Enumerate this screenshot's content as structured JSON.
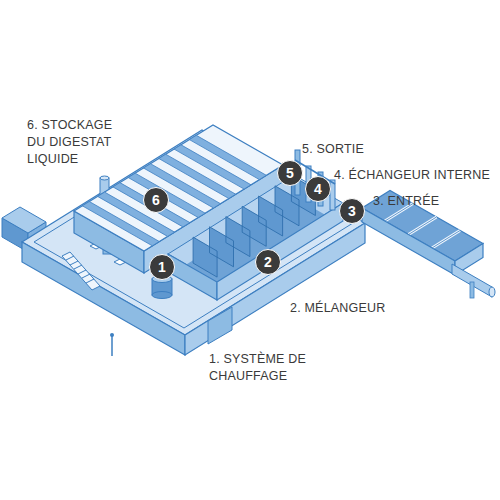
{
  "diagram": {
    "nodes": [
      {
        "text": [
          "1"
        ]
      },
      {
        "text": [
          "2"
        ]
      },
      {
        "text": [
          "3"
        ]
      },
      {
        "text": [
          "4"
        ]
      },
      {
        "text": [
          "5"
        ]
      },
      {
        "text": [
          "6"
        ]
      }
    ],
    "labels": [
      "6. STOCKAGE DU DIGESTAT LIQUIDE",
      "5. SORTIE",
      "4. ÉCHANGEUR INTERNE",
      "3. ENTRÉE",
      "2. MÉLANGEUR",
      "1. SYSTÈME DE CHAUFFAGE"
    ]
  }
}
